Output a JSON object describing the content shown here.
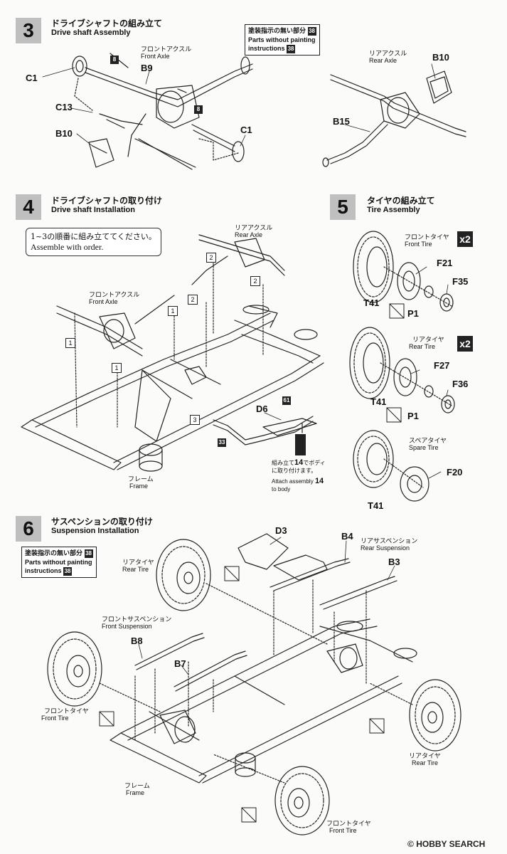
{
  "step3": {
    "number": "3",
    "title_ja": "ドライブシャフトの組み立て",
    "title_en": "Drive shaft Assembly",
    "note_ja": "塗装指示の無い部分",
    "note_en_1": "Parts without painting",
    "note_en_2": "instructions",
    "note_ref": "38",
    "front_axle_ja": "フロントアクスル",
    "front_axle_en": "Front Axle",
    "rear_axle_ja": "リアアクスル",
    "rear_axle_en": "Rear Axle",
    "parts": [
      "C1",
      "B9",
      "C13",
      "B10",
      "C1",
      "B10",
      "B15"
    ],
    "color_ref": "8"
  },
  "step4": {
    "number": "4",
    "title_ja": "ドライブシャフトの取り付け",
    "title_en": "Drive shaft Installation",
    "order_ja": "1~3の順番に組み立ててください。",
    "order_en": "Assemble with order.",
    "rear_axle_ja": "リアアクスル",
    "rear_axle_en": "Rear Axle",
    "front_axle_ja": "フロントアクスル",
    "front_axle_en": "Front Axle",
    "frame_ja": "フレーム",
    "frame_en": "Frame",
    "order_marks": [
      "1",
      "1",
      "1",
      "2",
      "2",
      "2",
      "3"
    ],
    "part_d6": "D6",
    "ref_61": "61",
    "ref_33": "33",
    "attach_ja_1": "組み立て",
    "attach_num": "14",
    "attach_ja_2": "でボディ",
    "attach_ja_3": "に取り付けます。",
    "attach_en_1": "Attach assembly",
    "attach_en_2": "to body"
  },
  "step5": {
    "number": "5",
    "title_ja": "タイヤの組み立て",
    "title_en": "Tire Assembly",
    "front_tire_ja": "フロントタイヤ",
    "front_tire_en": "Front Tire",
    "rear_tire_ja": "リアタイヤ",
    "rear_tire_en": "Rear Tire",
    "spare_tire_ja": "スペアタイヤ",
    "spare_tire_en": "Spare Tire",
    "times": "x2",
    "parts_front": [
      "F21",
      "F35",
      "T41",
      "P1"
    ],
    "parts_rear": [
      "F27",
      "F36",
      "T41",
      "P1"
    ],
    "parts_spare": [
      "F20",
      "T41"
    ]
  },
  "step6": {
    "number": "6",
    "title_ja": "サスペンションの取り付け",
    "title_en": "Suspension Installation",
    "note_ja": "塗装指示の無い部分",
    "note_en_1": "Parts without painting",
    "note_en_2": "instructions",
    "note_ref": "38",
    "rear_tire_ja": "リアタイヤ",
    "rear_tire_en": "Rear Tire",
    "rear_susp_ja": "リアサスペンション",
    "rear_susp_en": "Rear Suspension",
    "front_susp_ja": "フロントサスペンション",
    "front_susp_en": "Front Suspension",
    "front_tire_ja": "フロントタイヤ",
    "front_tire_en": "Front Tire",
    "frame_ja": "フレーム",
    "frame_en": "Frame",
    "parts": [
      "D3",
      "B4",
      "B3",
      "B8",
      "B7"
    ]
  },
  "watermark": {
    "text": "HOBBY SEARCH",
    "prefix": "©"
  },
  "colors": {
    "ink": "#222222",
    "step_bg": "#bfbfbf"
  }
}
